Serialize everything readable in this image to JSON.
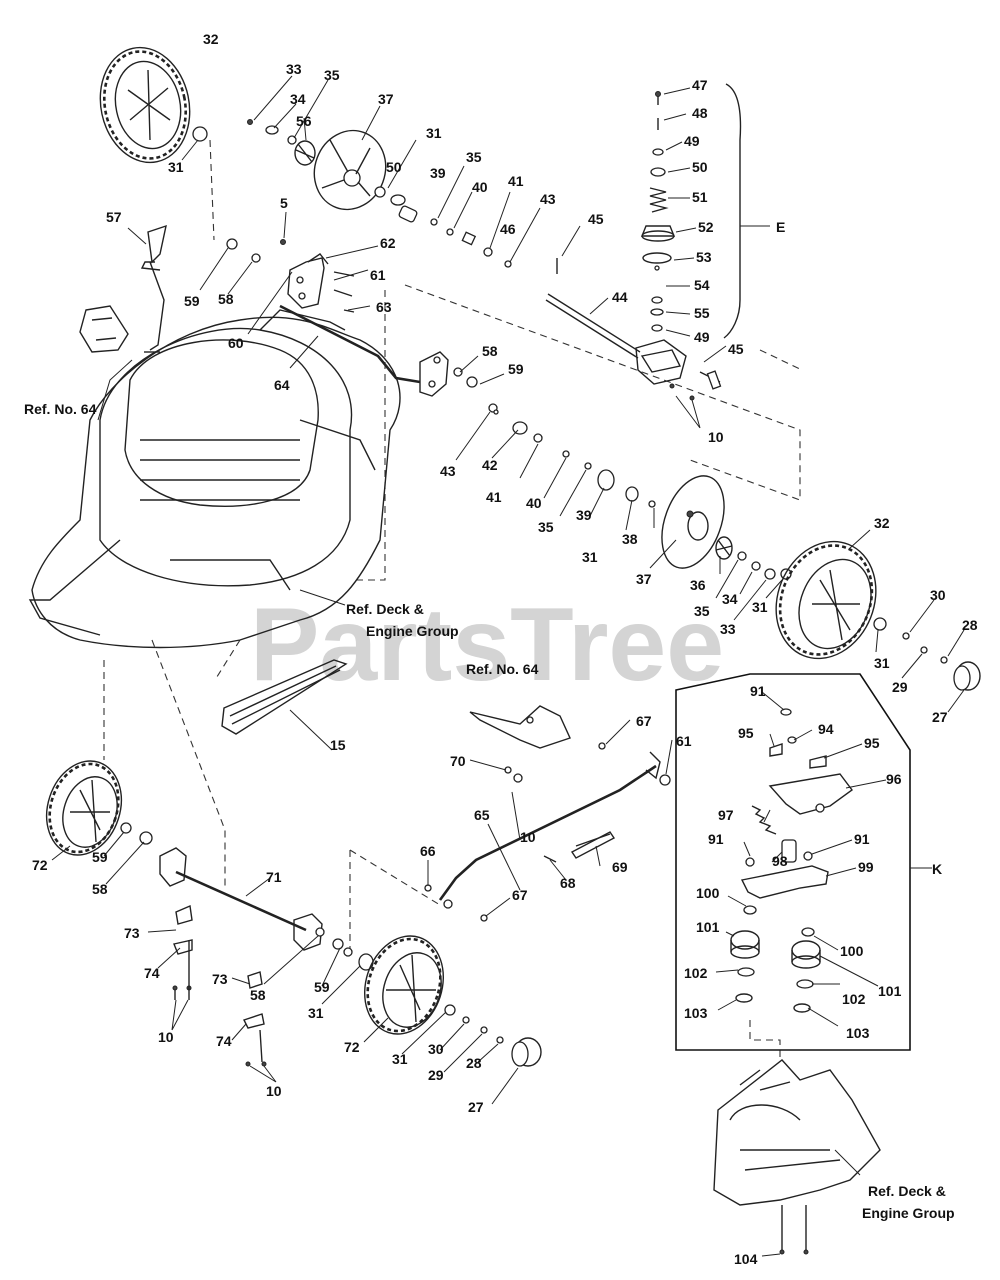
{
  "watermark": "PartsTree",
  "callouts": [
    {
      "text": "32"
    },
    {
      "text": "31"
    },
    {
      "text": "33"
    },
    {
      "text": "34"
    },
    {
      "text": "35"
    },
    {
      "text": "56"
    },
    {
      "text": "37"
    },
    {
      "text": "31"
    },
    {
      "text": "50"
    },
    {
      "text": "39"
    },
    {
      "text": "35"
    },
    {
      "text": "40"
    },
    {
      "text": "41"
    },
    {
      "text": "43"
    },
    {
      "text": "46"
    },
    {
      "text": "45"
    },
    {
      "text": "47"
    },
    {
      "text": "48"
    },
    {
      "text": "49"
    },
    {
      "text": "50"
    },
    {
      "text": "51"
    },
    {
      "text": "52"
    },
    {
      "text": "53"
    },
    {
      "text": "54"
    },
    {
      "text": "55"
    },
    {
      "text": "49"
    },
    {
      "text": "45"
    },
    {
      "text": "E"
    },
    {
      "text": "44"
    },
    {
      "text": "10"
    },
    {
      "text": "5"
    },
    {
      "text": "57"
    },
    {
      "text": "62"
    },
    {
      "text": "61"
    },
    {
      "text": "63"
    },
    {
      "text": "59"
    },
    {
      "text": "58"
    },
    {
      "text": "60"
    },
    {
      "text": "64"
    },
    {
      "text": "58"
    },
    {
      "text": "59"
    },
    {
      "text": "43"
    },
    {
      "text": "42"
    },
    {
      "text": "41"
    },
    {
      "text": "40"
    },
    {
      "text": "35"
    },
    {
      "text": "39"
    },
    {
      "text": "31"
    },
    {
      "text": "38"
    },
    {
      "text": "37"
    },
    {
      "text": "36"
    },
    {
      "text": "35"
    },
    {
      "text": "34"
    },
    {
      "text": "33"
    },
    {
      "text": "31"
    },
    {
      "text": "32"
    },
    {
      "text": "30"
    },
    {
      "text": "28"
    },
    {
      "text": "31"
    },
    {
      "text": "29"
    },
    {
      "text": "27"
    },
    {
      "text": "15"
    },
    {
      "text": "67"
    },
    {
      "text": "70"
    },
    {
      "text": "10"
    },
    {
      "text": "61"
    },
    {
      "text": "65"
    },
    {
      "text": "69"
    },
    {
      "text": "68"
    },
    {
      "text": "66"
    },
    {
      "text": "67"
    },
    {
      "text": "72"
    },
    {
      "text": "59"
    },
    {
      "text": "58"
    },
    {
      "text": "71"
    },
    {
      "text": "73"
    },
    {
      "text": "74"
    },
    {
      "text": "73"
    },
    {
      "text": "10"
    },
    {
      "text": "74"
    },
    {
      "text": "10"
    },
    {
      "text": "58"
    },
    {
      "text": "59"
    },
    {
      "text": "31"
    },
    {
      "text": "72"
    },
    {
      "text": "31"
    },
    {
      "text": "30"
    },
    {
      "text": "29"
    },
    {
      "text": "28"
    },
    {
      "text": "27"
    },
    {
      "text": "91"
    },
    {
      "text": "95"
    },
    {
      "text": "94"
    },
    {
      "text": "95"
    },
    {
      "text": "96"
    },
    {
      "text": "97"
    },
    {
      "text": "91"
    },
    {
      "text": "98"
    },
    {
      "text": "91"
    },
    {
      "text": "99"
    },
    {
      "text": "K"
    },
    {
      "text": "100"
    },
    {
      "text": "101"
    },
    {
      "text": "100"
    },
    {
      "text": "102"
    },
    {
      "text": "101"
    },
    {
      "text": "103"
    },
    {
      "text": "102"
    },
    {
      "text": "103"
    },
    {
      "text": "104"
    }
  ],
  "refs": {
    "ref64_a": "Ref. No. 64",
    "ref64_b": "Ref. No. 64",
    "deck_a_line1": "Ref. Deck &",
    "deck_a_line2": "Engine Group",
    "deck_b_line1": "Ref. Deck &",
    "deck_b_line2": "Engine Group"
  }
}
